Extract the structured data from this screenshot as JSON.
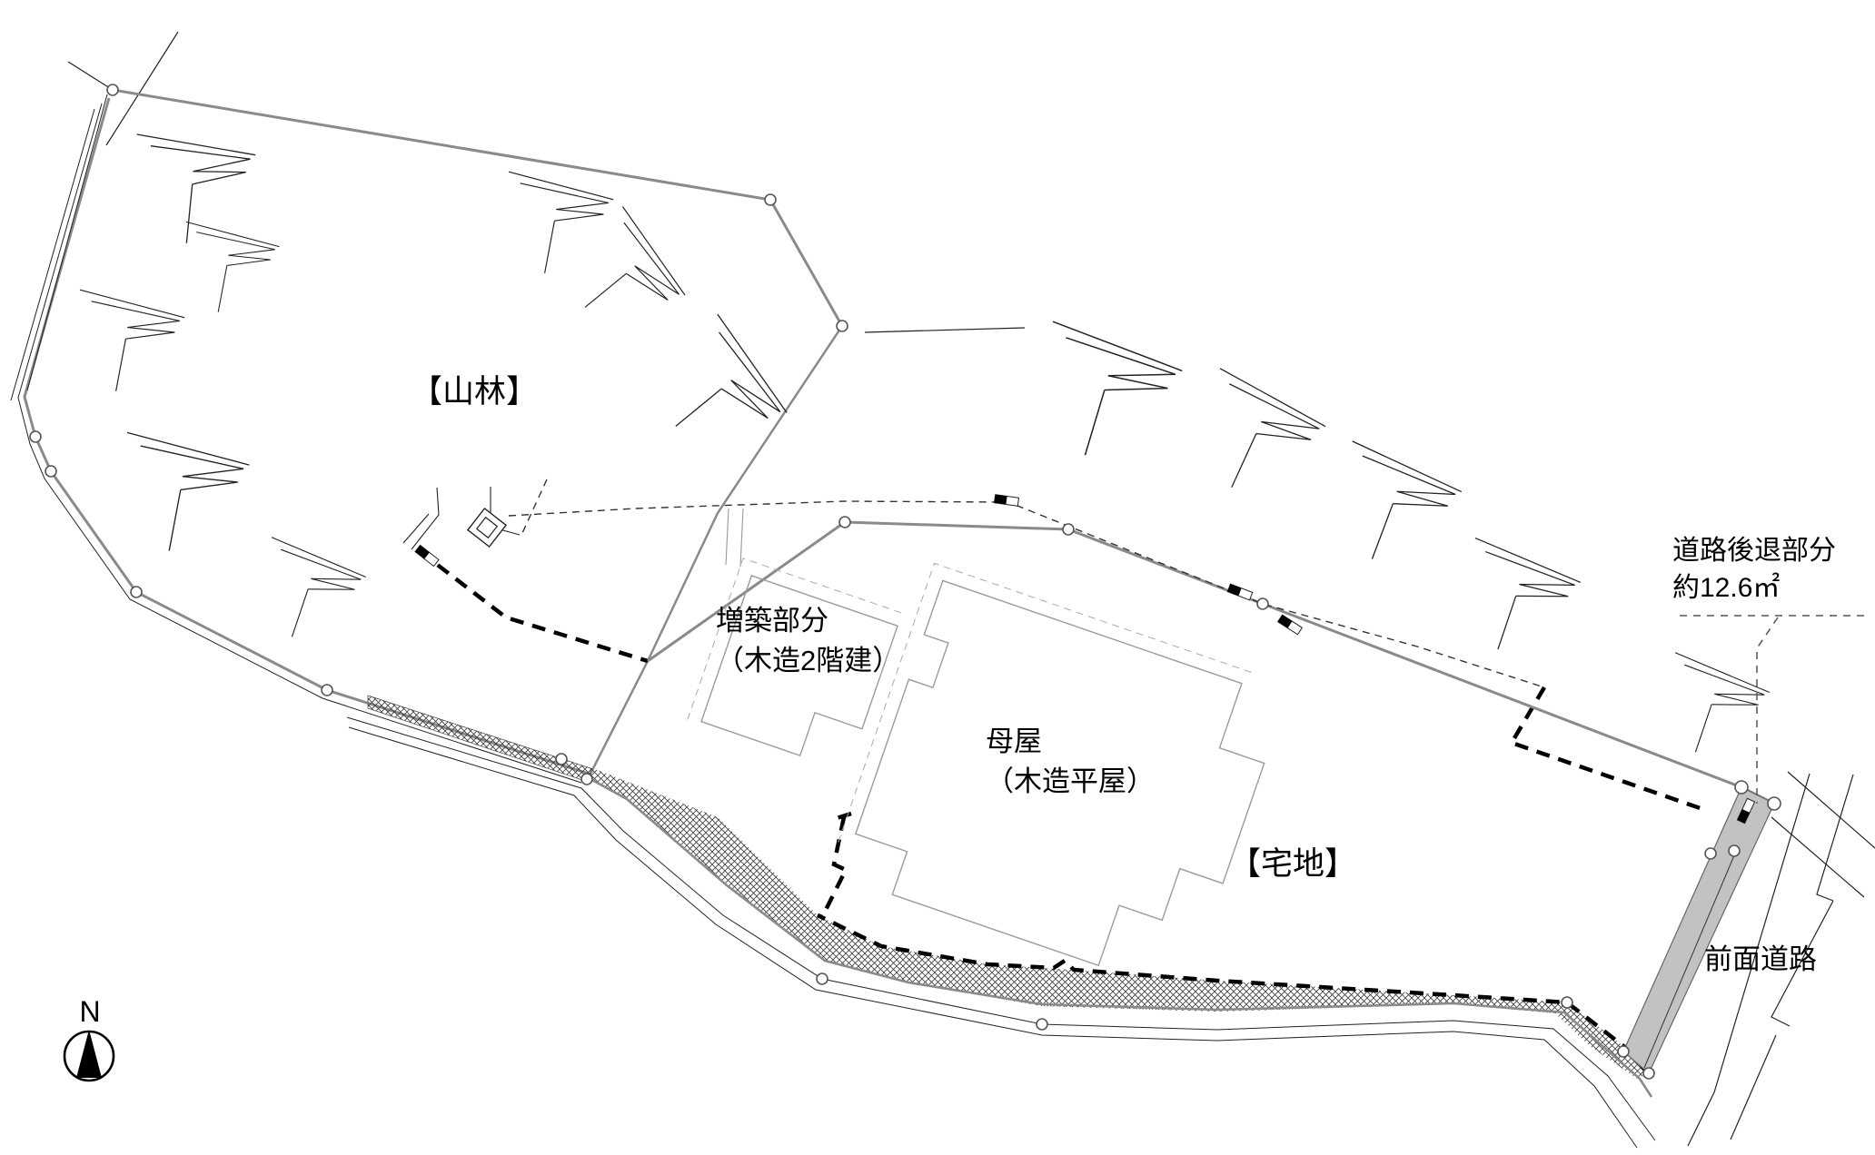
{
  "diagram": {
    "type": "site-plan",
    "compass": {
      "north_label": "N"
    },
    "labels": {
      "forest": "【山林】",
      "extension_line1": "増築部分",
      "extension_line2": "（木造2階建）",
      "main_house_line1": "母屋",
      "main_house_line2": "（木造平屋）",
      "residential": "【宅地】",
      "setback_line1": "道路後退部分",
      "setback_line2": "約12.6㎡",
      "front_road": "前面道路"
    },
    "colors": {
      "line_black": "#1a1a1a",
      "boundary_gray": "#8a8a8a",
      "building_outline": "#9a9a9a",
      "setback_fill": "#c2c2c2",
      "hatch_line": "#3a3a3a",
      "background": "#ffffff"
    }
  }
}
